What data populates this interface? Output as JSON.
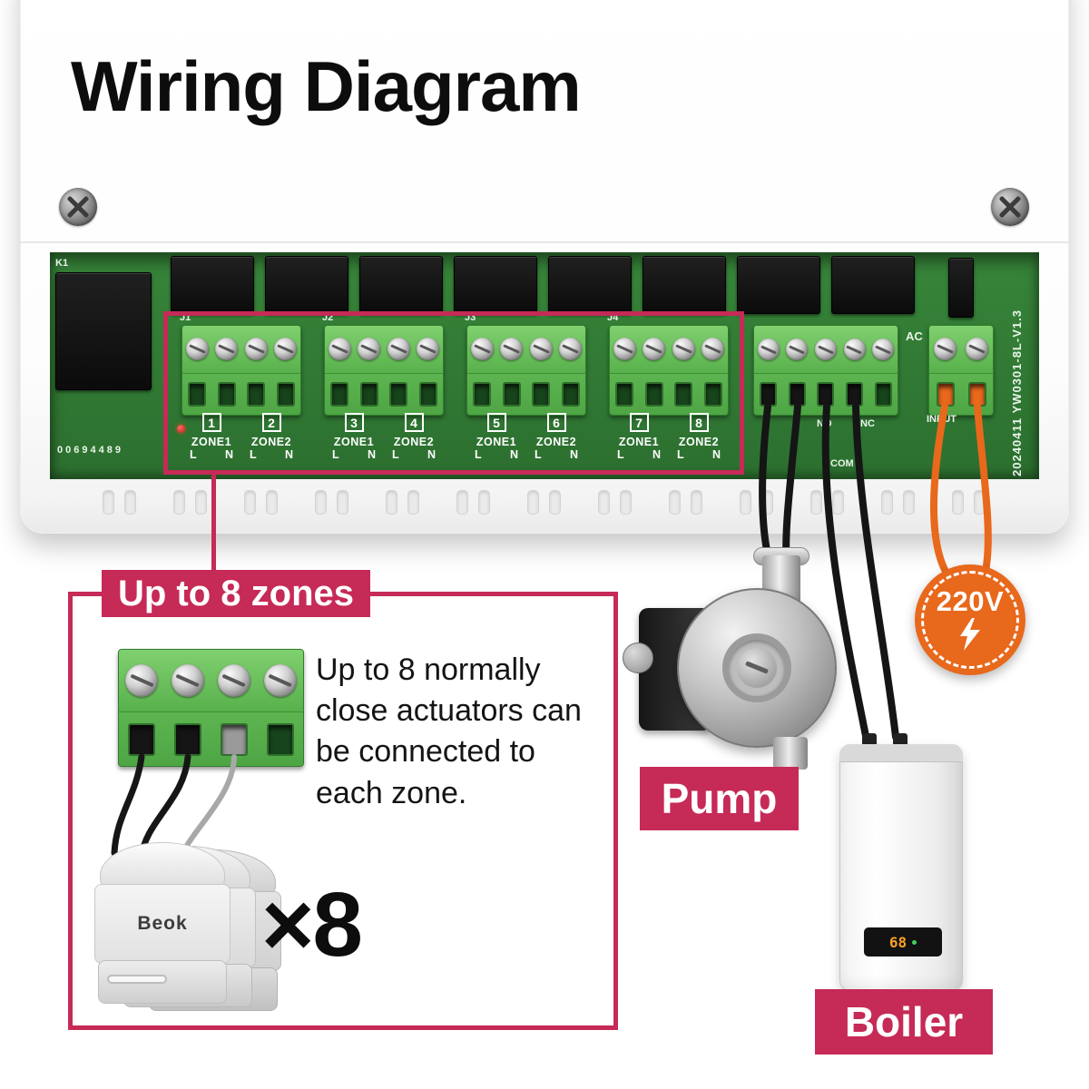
{
  "title": "Wiring Diagram",
  "pcb": {
    "k1_label": "K1",
    "serial": "00694489",
    "version": "20240411  YW0301-8L-V1.3",
    "ac_label": "AC",
    "no_label": "NO",
    "nc_label": "NC",
    "com_label": "COM",
    "input_label": "INPUT",
    "connector_labels": [
      "J1",
      "J2",
      "J3",
      "J4"
    ],
    "wire_labels": {
      "l": "L",
      "n": "N"
    },
    "zones": [
      {
        "num": "1",
        "name": "ZONE1"
      },
      {
        "num": "2",
        "name": "ZONE2"
      },
      {
        "num": "3",
        "name": "ZONE1"
      },
      {
        "num": "4",
        "name": "ZONE2"
      },
      {
        "num": "5",
        "name": "ZONE1"
      },
      {
        "num": "6",
        "name": "ZONE2"
      },
      {
        "num": "7",
        "name": "ZONE1"
      },
      {
        "num": "8",
        "name": "ZONE2"
      }
    ]
  },
  "callout": {
    "title": "Up to 8 zones",
    "description": "Up to 8 normally close actuators can be connected to each zone.",
    "actuator_brand": "Beok",
    "multiplier": "×8"
  },
  "pump": {
    "label": "Pump"
  },
  "boiler": {
    "label": "Boiler",
    "display_value": "68"
  },
  "voltage": {
    "label": "220V"
  },
  "colors": {
    "accent": "#C62A57",
    "pcb_green": "#37853A",
    "terminal_green": "#5CB550",
    "wire_black": "#151515",
    "wire_orange": "#E8681C",
    "relay_black": "#121212"
  }
}
